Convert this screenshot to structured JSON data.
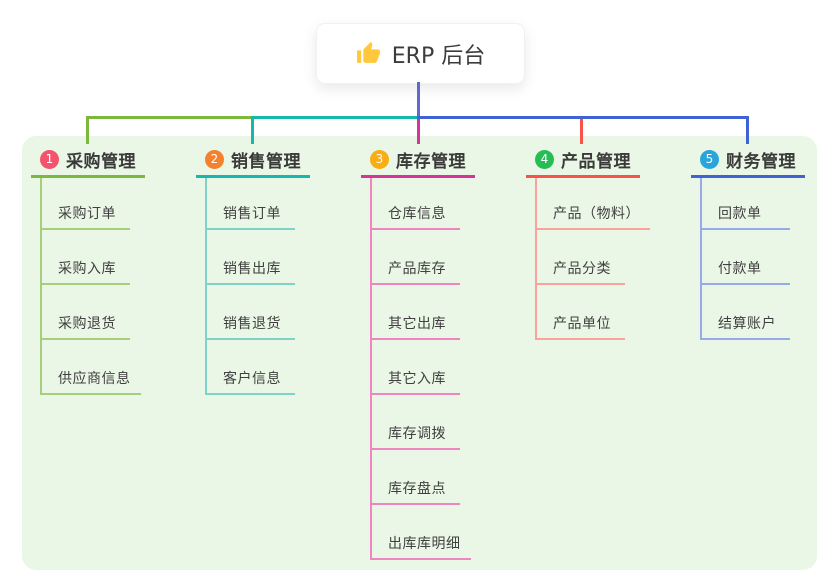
{
  "root": {
    "title": "ERP 后台",
    "icon": "thumbs-up-icon",
    "icon_color": "#FFC83D",
    "line_color": "#5f6ad1"
  },
  "panel": {
    "background": "#ebf7e6"
  },
  "branches": [
    {
      "index": "1",
      "label": "采购管理",
      "badge_color": "#f4526d",
      "line_color": "#7cb73e",
      "child_line_color": "#a5cf7c",
      "children": [
        "采购订单",
        "采购入库",
        "采购退货",
        "供应商信息"
      ]
    },
    {
      "index": "2",
      "label": "销售管理",
      "badge_color": "#f5812d",
      "line_color": "#17b8ab",
      "child_line_color": "#7fd2c8",
      "children": [
        "销售订单",
        "销售出库",
        "销售退货",
        "客户信息"
      ]
    },
    {
      "index": "3",
      "label": "库存管理",
      "badge_color": "#f9ae13",
      "line_color": "#d63596",
      "child_line_color": "#ee86c4",
      "children": [
        "仓库信息",
        "产品库存",
        "其它出库",
        "其它入库",
        "库存调拨",
        "库存盘点",
        "出库库明细"
      ]
    },
    {
      "index": "4",
      "label": "产品管理",
      "badge_color": "#27bd55",
      "line_color": "#f8524a",
      "child_line_color": "#faa29b",
      "children": [
        "产品（物料）",
        "产品分类",
        "产品单位"
      ]
    },
    {
      "index": "5",
      "label": "财务管理",
      "badge_color": "#2aa5dc",
      "line_color": "#3f62d4",
      "child_line_color": "#97abe8",
      "children": [
        "回款单",
        "付款单",
        "结算账户"
      ]
    }
  ]
}
